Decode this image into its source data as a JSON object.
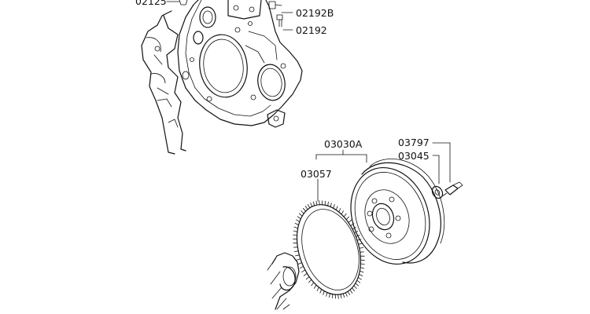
{
  "diagram": {
    "part_labels": {
      "p02125": "02125",
      "p02192b": "02192B",
      "p02192": "02192",
      "p03030a": "03030A",
      "p03057": "03057",
      "p03797": "03797",
      "p03045": "03045"
    },
    "line_color": "#111111",
    "background": "#ffffff"
  }
}
